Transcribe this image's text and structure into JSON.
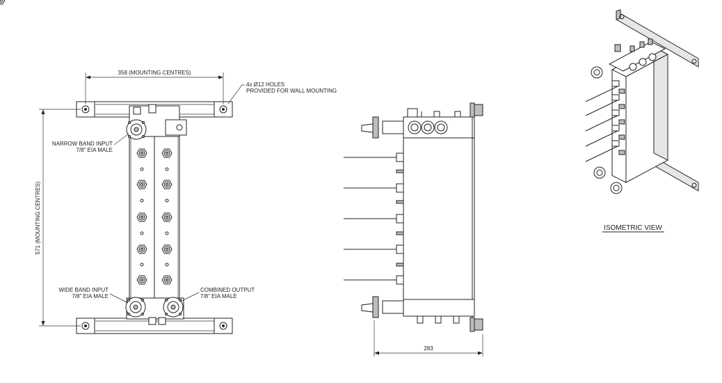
{
  "front_view": {
    "mounting_width_label": "358 (MOUNTING CENTRES)",
    "mounting_height_label": "571 (MOUNTING CENTRES)",
    "holes_note": [
      "4x Ø12 HOLES",
      "PROVIDED FOR WALL MOUNTING"
    ],
    "narrow_band_input": [
      "NARROW BAND INPUT",
      "7/8\" EIA MALE"
    ],
    "wide_band_input": [
      "WIDE BAND INPUT",
      "7/8\" EIA MALE"
    ],
    "combined_output": [
      "COMBINED OUTPUT",
      "7/8\" EIA MALE"
    ]
  },
  "side_view": {
    "depth_label": "283"
  },
  "isometric_view": {
    "caption": "ISOMETRIC VIEW"
  }
}
